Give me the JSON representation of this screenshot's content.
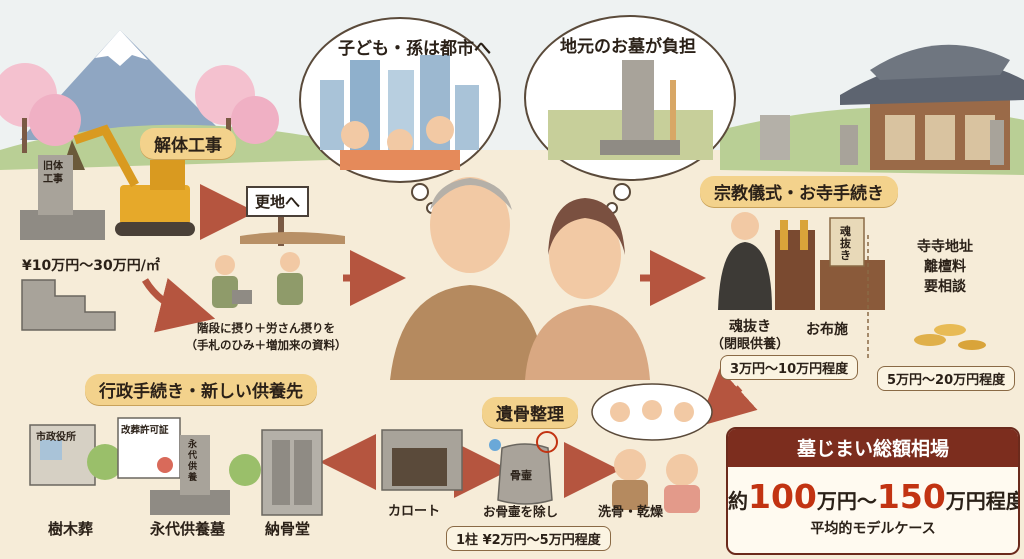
{
  "thought_bubbles": {
    "children_to_city": "子ども・孫は都市へ",
    "local_grave_burden": "地元のお墓が負担"
  },
  "demolition": {
    "title": "解体工事",
    "tombstone_text": "旧体工事",
    "sign": "更地へ",
    "cost": "¥10万円〜30万円/㎡",
    "note_line1": "階段に摂り＋労さん摂りを",
    "note_line2": "（手札のひみ＋増加来の資料）"
  },
  "religious": {
    "title": "宗教儀式・お寺手続き",
    "tablet_text": "魂抜き",
    "soul_removal_line1": "魂抜き",
    "soul_removal_line2": "（閉眼供養）",
    "offering": "お布施",
    "cost_ceremony": "3万円〜10万円程度",
    "temple_line1": "寺寺地址",
    "temple_line2": "離檀料",
    "temple_line3": "要相談",
    "cost_temple": "5万円〜20万円程度"
  },
  "administrative": {
    "title": "行政手続き・新しい供養先",
    "city_hall": "市政役所",
    "permit": "改葬許可証",
    "eitai_stone": "永代供養",
    "options": [
      "樹木葬",
      "永代供養墓",
      "納骨堂"
    ]
  },
  "remains": {
    "title": "遺骨整理",
    "karoto": "カロート",
    "urn_label": "骨壷",
    "urn_removal": "お骨壷を除し",
    "wash_dry": "洗骨・乾燥",
    "cost": "1柱 ¥2万円〜5万円程度"
  },
  "total": {
    "heading": "墓じまい総額相場",
    "prefix": "約",
    "low": "100",
    "unit1": "万円〜",
    "high": "150",
    "unit2": "万円程度",
    "subtitle": "平均的モデルケース"
  },
  "colors": {
    "arrow": "#b5553f",
    "banner": "#f3d28c",
    "total_header": "#7c2d1e",
    "total_number": "#c23312"
  }
}
